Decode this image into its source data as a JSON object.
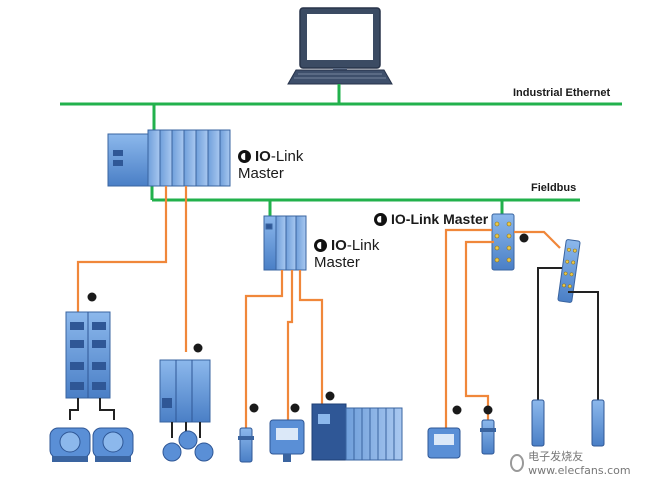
{
  "networks": {
    "ethernet_label": "Industrial Ethernet",
    "fieldbus_label": "Fieldbus"
  },
  "masters": [
    {
      "logo": "io-link-logo",
      "word1": "IO",
      "word2": "-Link",
      "word3": "Master"
    },
    {
      "logo": "io-link-logo",
      "word1": "IO",
      "word2": "-Link",
      "word3": "Master"
    },
    {
      "logo": "io-link-logo",
      "text": "IO-Link Master"
    }
  ],
  "watermark": {
    "text": "电子发烧友  www.elecfans.com"
  },
  "colors": {
    "ethernet": "#22b14c",
    "iolink": "#f0873a",
    "device_blue": "#5a8fd6",
    "cable_black": "#222222"
  }
}
